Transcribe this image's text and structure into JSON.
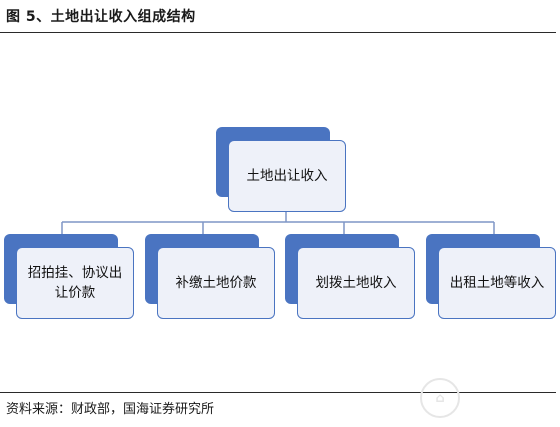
{
  "figure": {
    "title": "图 5、土地出让收入组成结构"
  },
  "diagram": {
    "root": "土地出让收入",
    "children": [
      "招拍挂、协议出让价款",
      "补缴土地价款",
      "划拨土地收入",
      "出租土地等收入"
    ]
  },
  "source": "资料来源：财政部，国海证券研究所",
  "colors": {
    "accent": "#4a74c1",
    "box_fill": "#eef1f9",
    "line": "#7f96c6"
  }
}
